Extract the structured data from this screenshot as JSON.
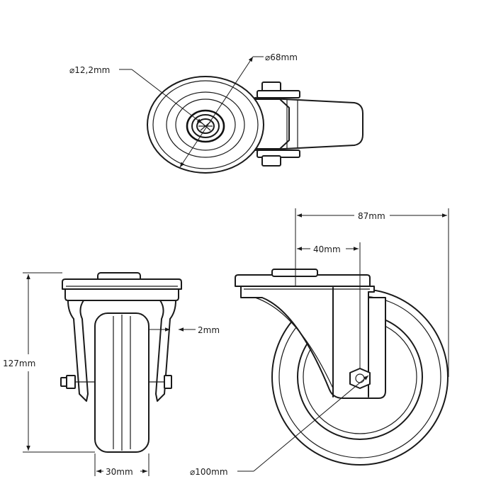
{
  "dimensions": {
    "axle_diameter": "12,2mm",
    "plate_diameter": "68mm",
    "total_depth": "87mm",
    "offset": "40mm",
    "plate_thickness": "2mm",
    "height": "127mm",
    "wheel_width": "30mm",
    "wheel_diameter": "100mm"
  },
  "symbols": {
    "diameter": "⌀"
  }
}
